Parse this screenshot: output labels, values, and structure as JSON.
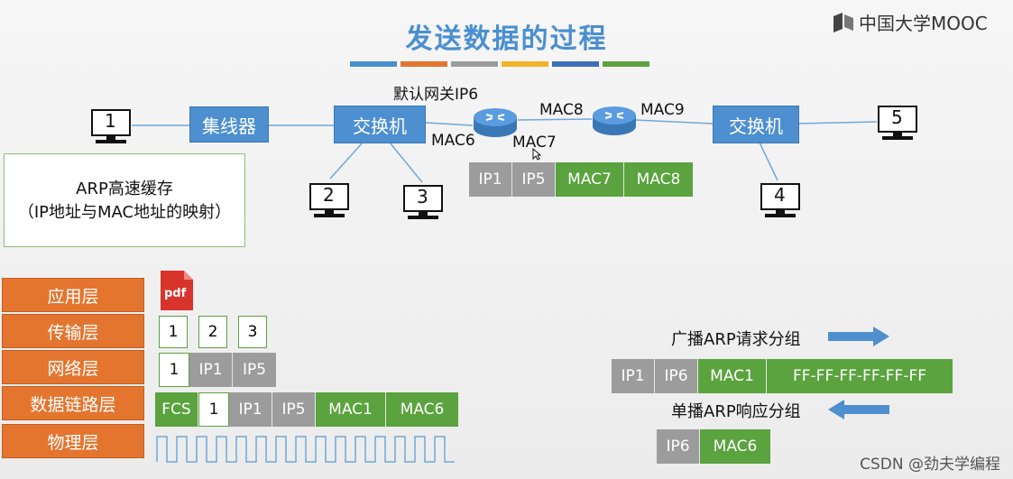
{
  "title": "发送数据的过程",
  "logo": "中国大学MOOC",
  "stripe_colors": [
    "#4a8fd0",
    "#e4752f",
    "#9c9c9c",
    "#f2b32b",
    "#3f6fb8",
    "#5aa33e"
  ],
  "hosts": [
    "1",
    "2",
    "3",
    "4",
    "5"
  ],
  "hub_label": "集线器",
  "switch_label": "交换机",
  "gateway_label": "默认网关IP6",
  "mac_labels": {
    "mac6": "MAC6",
    "mac7": "MAC7",
    "mac8": "MAC8",
    "mac9": "MAC9"
  },
  "router_packet": [
    "IP1",
    "IP5",
    "MAC7",
    "MAC8"
  ],
  "arp_cache": {
    "line1": "ARP高速缓存",
    "line2": "（IP地址与MAC地址的映射）"
  },
  "layers": [
    "应用层",
    "传输层",
    "网络层",
    "数据链路层",
    "物理层"
  ],
  "pdf_label": "pdf",
  "transport_segments": [
    "1",
    "2",
    "3"
  ],
  "network_packet": [
    "1",
    "IP1",
    "IP5"
  ],
  "frame": [
    "FCS",
    "1",
    "IP1",
    "IP5",
    "MAC1",
    "MAC6"
  ],
  "arp_request": {
    "label": "广播ARP请求分组",
    "cells": [
      "IP1",
      "IP6",
      "MAC1",
      "FF-FF-FF-FF-FF-FF"
    ]
  },
  "arp_reply": {
    "label": "单播ARP响应分组",
    "cells": [
      "IP6",
      "MAC6"
    ]
  },
  "watermark": "CSDN @劲夫学编程"
}
